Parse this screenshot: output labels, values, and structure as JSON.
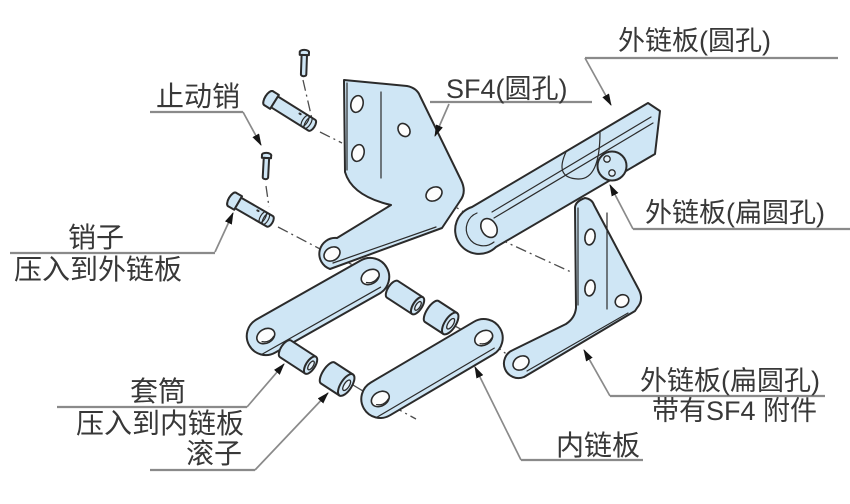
{
  "figure": {
    "type": "exploded-assembly-diagram"
  },
  "labels": {
    "stop_pin": "止动销",
    "pin": {
      "line1": "销子",
      "line2": "压入到外链板"
    },
    "bushing": {
      "line1": "套筒",
      "line2": "压入到内链板"
    },
    "roller": "滚子",
    "sf4_round": "SF4(圆孔)",
    "outer_plate_round": "外链板(圆孔)",
    "outer_plate_flat": "外链板(扁圆孔)",
    "outer_plate_flat_sf4": {
      "line1": "外链板(扁圆孔)",
      "line2": "带有SF4 附件"
    },
    "inner_plate": "内链板"
  },
  "colors": {
    "background": "#ffffff",
    "part_fill": "#cfe6f5",
    "part_outline": "#2b2b2b",
    "hole_fill": "#fdfdfd",
    "leader_line": "#8a8a8a",
    "arrowhead": "#151515",
    "centerline": "#4d4d4d",
    "text": "#383838"
  }
}
